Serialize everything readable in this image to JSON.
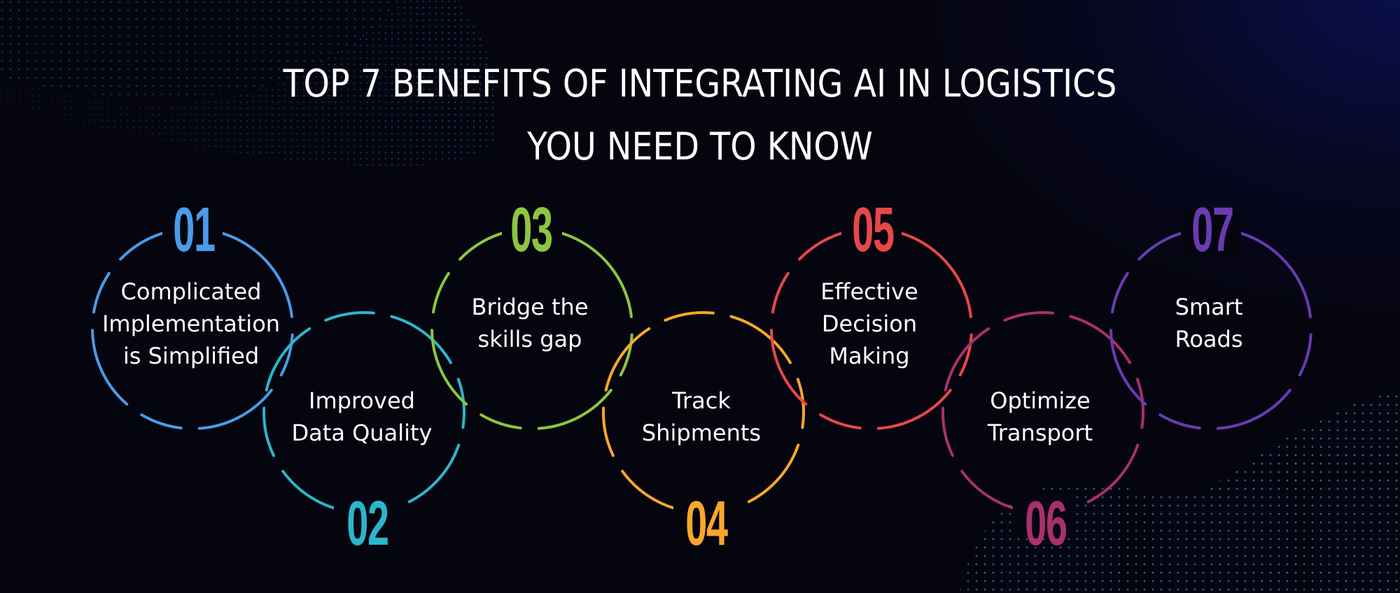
{
  "title": {
    "line1": "TOP 7 BENEFITS OF INTEGRATING AI IN LOGISTICS",
    "line2": "YOU NEED TO KNOW"
  },
  "colors": {
    "background": "#05050f",
    "title_text": "#ffffff",
    "label_text": "#ffffff",
    "dots": "#2a7fd0"
  },
  "benefits": [
    {
      "number": "01",
      "label_lines": [
        "Complicated",
        "Implementation",
        "is Simplified"
      ],
      "color": "#4a9be8"
    },
    {
      "number": "02",
      "label_lines": [
        "Improved",
        "Data Quality"
      ],
      "color": "#2bb6cc"
    },
    {
      "number": "03",
      "label_lines": [
        "Bridge the",
        "skills gap"
      ],
      "color": "#8cc63f"
    },
    {
      "number": "04",
      "label_lines": [
        "Track",
        "Shipments"
      ],
      "color": "#f9a72b"
    },
    {
      "number": "05",
      "label_lines": [
        "Effective",
        "Decision",
        "Making"
      ],
      "color": "#e8474a"
    },
    {
      "number": "06",
      "label_lines": [
        "Optimize",
        "Transport"
      ],
      "color": "#a8306e"
    },
    {
      "number": "07",
      "label_lines": [
        "Smart",
        "Roads"
      ],
      "color": "#6a3bb3"
    }
  ]
}
